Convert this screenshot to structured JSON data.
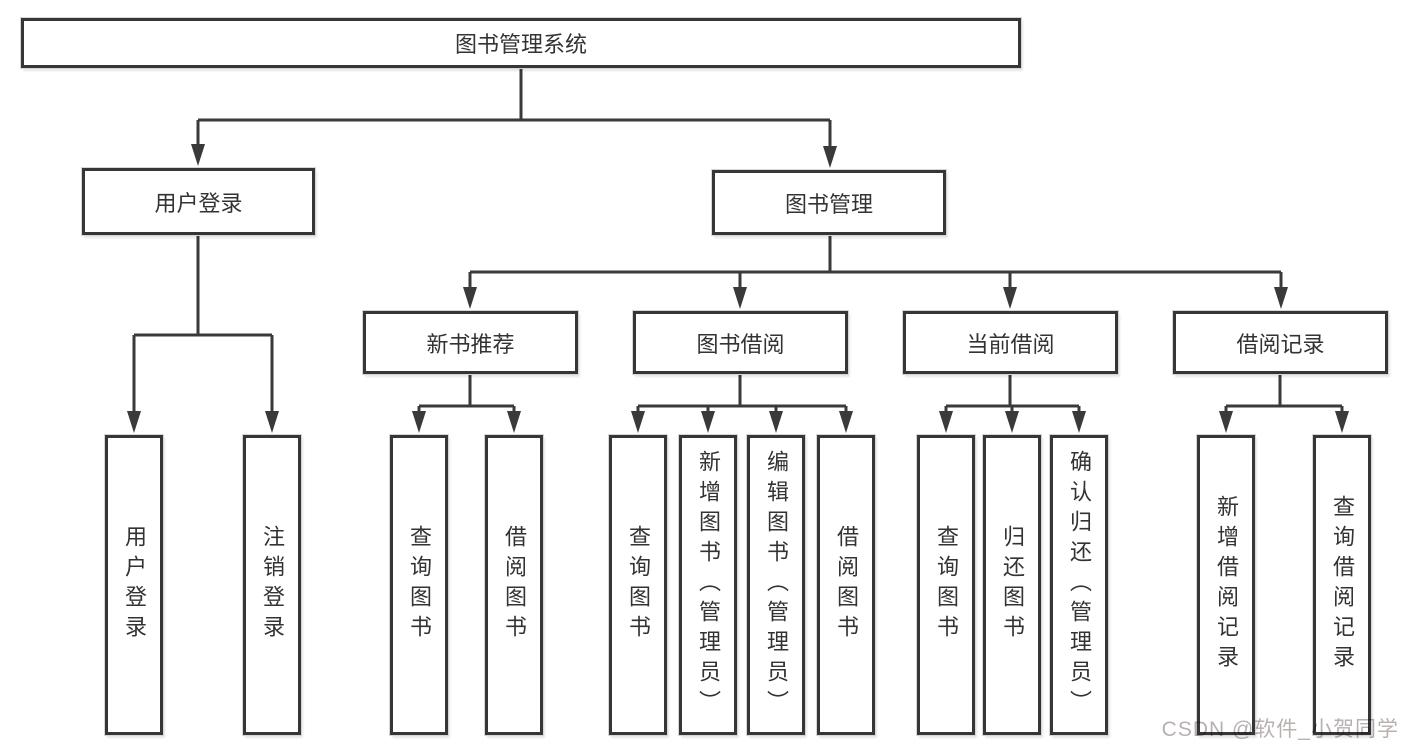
{
  "tree": {
    "label": "图书管理系统",
    "children": [
      {
        "label": "用户登录",
        "children": [
          {
            "label": "用户登录"
          },
          {
            "label": "注销登录"
          }
        ]
      },
      {
        "label": "图书管理",
        "children": [
          {
            "label": "新书推荐",
            "children": [
              {
                "label": "查询图书"
              },
              {
                "label": "借阅图书"
              }
            ]
          },
          {
            "label": "图书借阅",
            "children": [
              {
                "label": "查询图书"
              },
              {
                "label": "新增图书（管理员）"
              },
              {
                "label": "编辑图书（管理员）"
              },
              {
                "label": "借阅图书"
              }
            ]
          },
          {
            "label": "当前借阅",
            "children": [
              {
                "label": "查询图书"
              },
              {
                "label": "归还图书"
              },
              {
                "label": "确认归还（管理员）"
              }
            ]
          },
          {
            "label": "借阅记录",
            "children": [
              {
                "label": "新增借阅记录"
              },
              {
                "label": "查询借阅记录"
              }
            ]
          }
        ]
      }
    ]
  },
  "watermark": "CSDN @软件_小贺同学",
  "colors": {
    "line": "#3a3a3a",
    "box_border": "#363636",
    "text": "#333333",
    "watermark": "#b9b0b0",
    "background": "#ffffff"
  }
}
